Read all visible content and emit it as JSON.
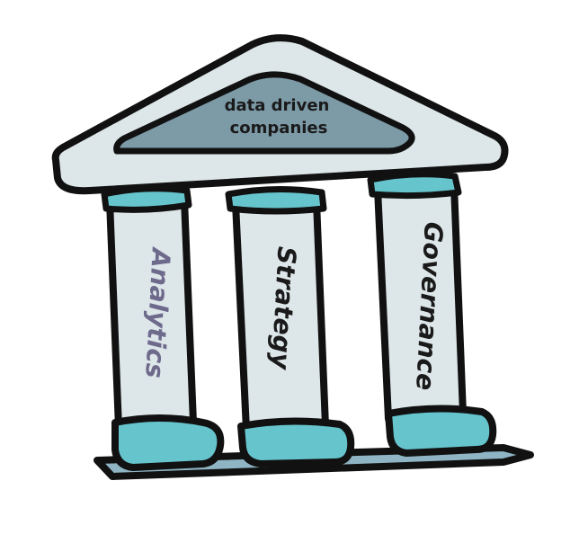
{
  "roof": {
    "line1": "data driven",
    "line2": "companies"
  },
  "pillars": [
    {
      "label": "Analytics",
      "color": "#6e6a8c"
    },
    {
      "label": "Strategy",
      "color": "#1a1a1a"
    },
    {
      "label": "Governance",
      "color": "#1a1a1a"
    }
  ],
  "colors": {
    "outline": "#111111",
    "stone": "#dde6e9",
    "pediment_inner": "#7d9aa7",
    "capital": "#66c4cd",
    "base": "#6bc6cc",
    "floor": "#8fb5c4"
  }
}
